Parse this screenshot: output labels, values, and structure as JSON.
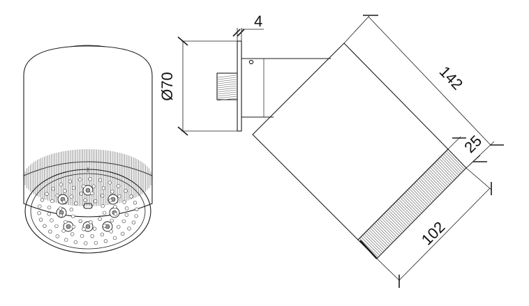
{
  "dimensions": {
    "wall_plate_thickness": "4",
    "wall_plate_diameter": "Ø70",
    "body_length": "142",
    "ring_width": "25",
    "body_diameter": "102"
  },
  "colors": {
    "line": "#1a1a1a",
    "knurl": "#6f6f6f",
    "hole_fill": "#9a9a9a",
    "background": "#ffffff"
  },
  "nozzles": {
    "large_count": 7,
    "small_count": 90
  }
}
